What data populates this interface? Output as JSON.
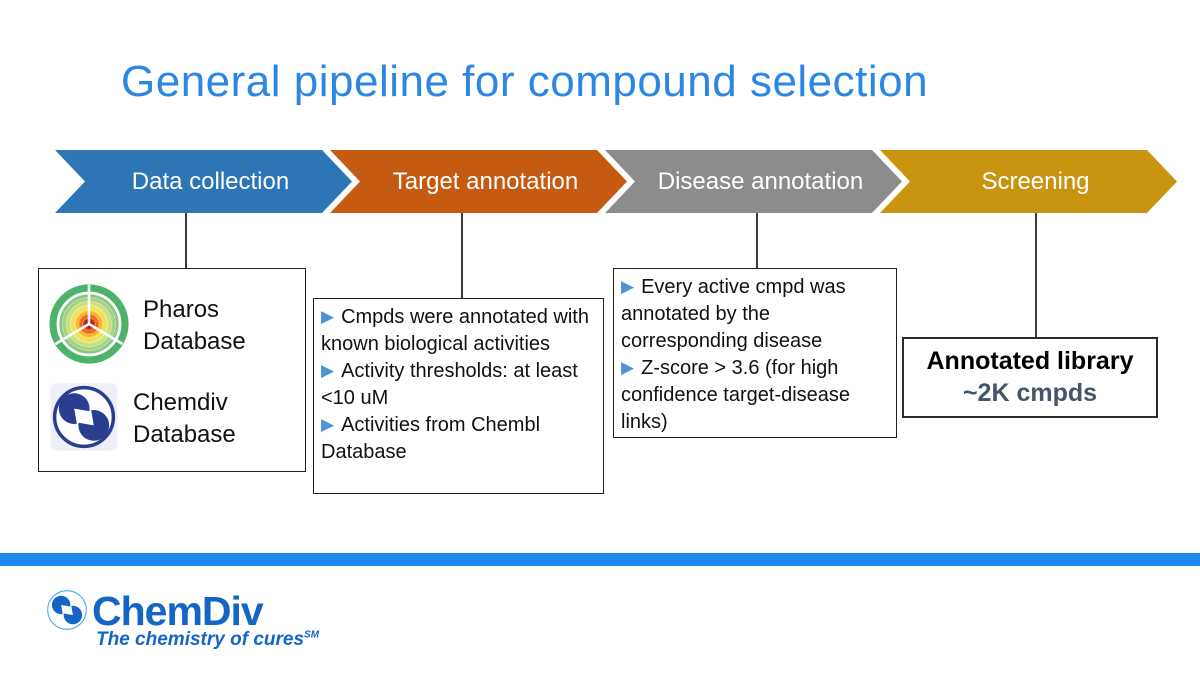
{
  "title": "General pipeline for compound selection",
  "ui": {
    "bullet_glyph": "▶"
  },
  "colors": {
    "title": "#2b86e4",
    "bullet": "#4f93d6",
    "divider_bar": "#1e88ee",
    "brand_blue": "#1566c4",
    "count_text": "#44546A"
  },
  "pipeline": {
    "steps": [
      {
        "label": "Data collection",
        "color": "#2E75B6"
      },
      {
        "label": "Target annotation",
        "color": "#C55A11"
      },
      {
        "label": "Disease annotation",
        "color": "#8C8C8C"
      },
      {
        "label": "Screening",
        "color": "#C9940F"
      }
    ]
  },
  "boxes": {
    "data_collection": {
      "items": [
        {
          "icon": "pharos-database-icon",
          "label": "Pharos Database"
        },
        {
          "icon": "chemdiv-database-icon",
          "label": "Chemdiv Database"
        }
      ]
    },
    "target_annotation": {
      "bullets": [
        "Cmpds were annotated with known biological activities",
        "Activity thresholds: at least <10 uM",
        "Activities from Chembl Database"
      ]
    },
    "disease_annotation": {
      "bullets": [
        "Every active cmpd was annotated by the corresponding disease",
        "Z-score > 3.6 (for high confidence target-disease links)"
      ]
    },
    "screening": {
      "title": "Annotated library",
      "subtitle": "~2K cmpds"
    }
  },
  "footer": {
    "brand": "ChemDiv",
    "tagline": "The chemistry of cures",
    "tagline_mark": "SM",
    "logo_icon": "chemdiv-logo-icon"
  }
}
